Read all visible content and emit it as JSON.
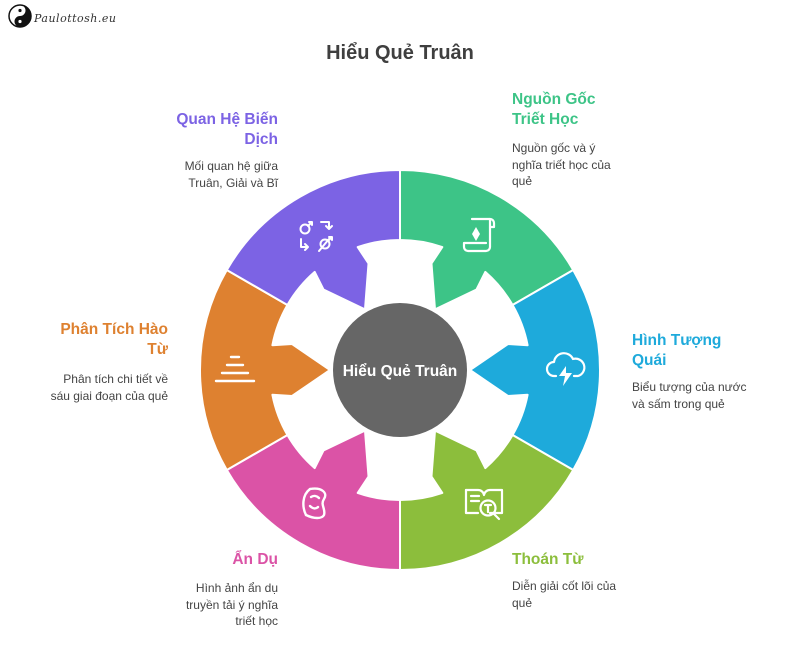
{
  "watermark": {
    "text": "Paulottosh.eu"
  },
  "title": "Hiểu Quẻ Truân",
  "center": {
    "label": "Hiểu Quẻ Truân",
    "color": "#666666"
  },
  "segments": [
    {
      "id": "nguon-goc",
      "label": "Nguồn Gốc Triết Học",
      "desc": "Nguồn gốc và ý nghĩa triết học của quẻ",
      "color": "#3DC487",
      "icon": "scroll-icon"
    },
    {
      "id": "hinh-tuong",
      "label": "Hình Tượng Quái",
      "desc": "Biểu tượng của nước và sấm trong quẻ",
      "color": "#1EAADB",
      "icon": "storm-cloud-icon"
    },
    {
      "id": "thoan-tu",
      "label": "Thoán Từ",
      "desc": "Diễn giải cốt lõi của quẻ",
      "color": "#8CBE3C",
      "icon": "book-search-icon"
    },
    {
      "id": "an-du",
      "label": "Ẩn Dụ",
      "desc": "Hình ảnh ẩn dụ truyền tải ý nghĩa triết học",
      "color": "#DB53A6",
      "icon": "mask-icon"
    },
    {
      "id": "phan-tich",
      "label": "Phân Tích Hào Từ",
      "desc": "Phân tích chi tiết về sáu giai đoạn của quẻ",
      "color": "#DE8130",
      "icon": "layers-icon"
    },
    {
      "id": "quan-he",
      "label": "Quan Hệ Biến Dịch",
      "desc": "Mối quan hệ giữa Truân, Giải và Bĩ",
      "color": "#7C63E4",
      "icon": "transform-icon"
    }
  ]
}
